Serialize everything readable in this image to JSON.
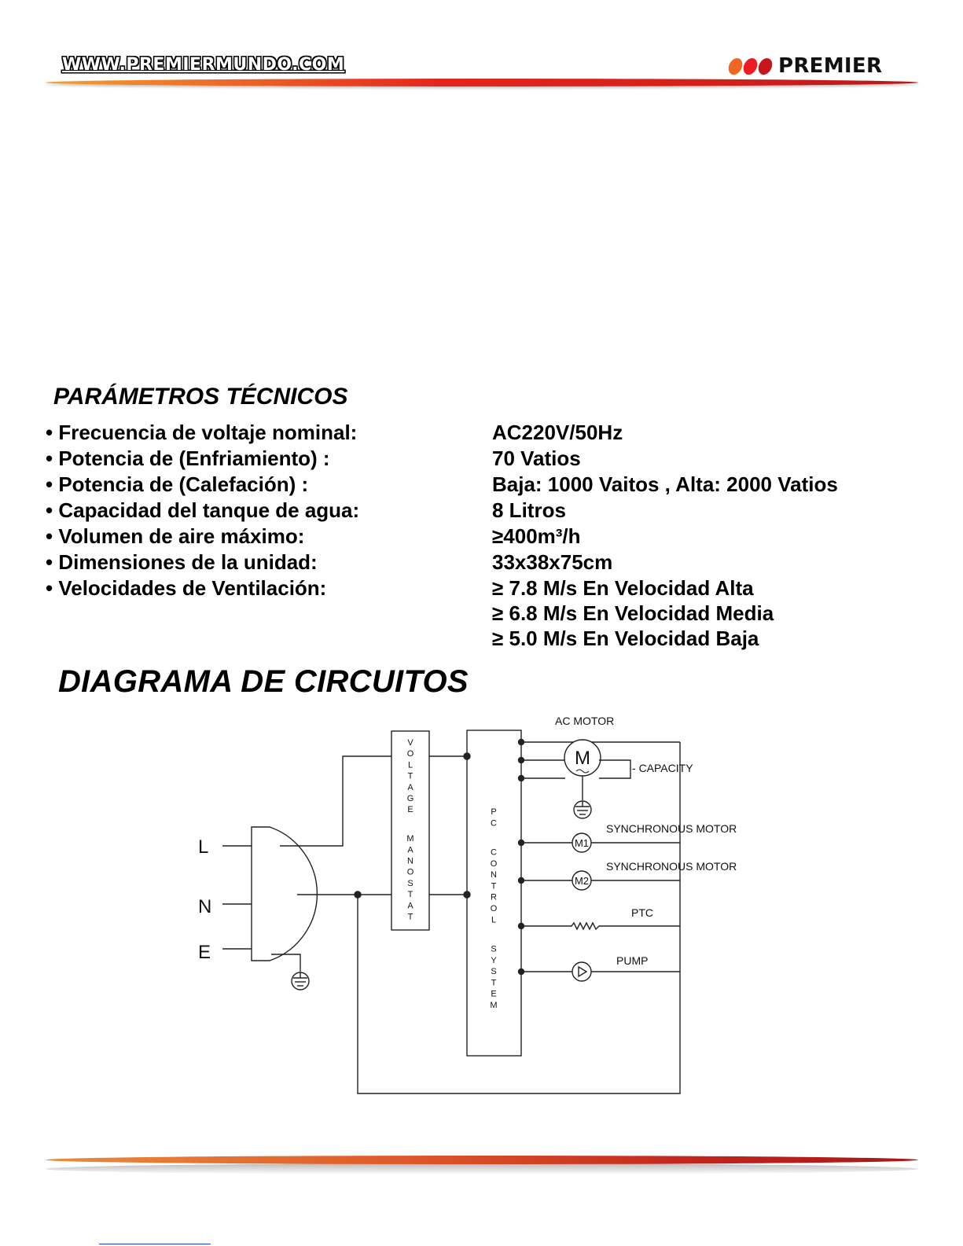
{
  "header": {
    "website": "WWW.PREMIERMUNDO.COM",
    "brand": "PREMIER",
    "logo_dot_colors": [
      "#f26522",
      "#ed1c24",
      "#c4161c"
    ],
    "bar_color": "#e3261d"
  },
  "params": {
    "title": "PARÁMETROS TÉCNICOS",
    "rows": [
      {
        "label": "• Frecuencia de voltaje nominal:",
        "value": "AC220V/50Hz"
      },
      {
        "label": "• Potencia de (Enfriamiento) :",
        "value": "70 Vatios"
      },
      {
        "label": "• Potencia de (Calefación) :",
        "value": "Baja: 1000 Vaitos , Alta: 2000 Vatios"
      },
      {
        "label": "• Capacidad del tanque de agua:",
        "value": "8 Litros"
      },
      {
        "label": "• Volumen de aire máximo:",
        "value": "≥400m³/h"
      },
      {
        "label": "• Dimensiones de la unidad:",
        "value": "33x38x75cm"
      }
    ],
    "fan": {
      "label": "• Velocidades de Ventilación:",
      "values": [
        "≥ 7.8 M/s En Velocidad Alta",
        "≥ 6.8 M/s En Velocidad Media",
        "≥ 5.0 M/s En Velocidad Baja"
      ]
    }
  },
  "circuit": {
    "title": "DIAGRAMA DE CIRCUITOS",
    "inputs": [
      "L",
      "N",
      "E"
    ],
    "manostat_label": "VOLTAGE MANOSTAT",
    "control_label": "PC CONTROL SYSTEM",
    "ac_motor": "AC MOTOR",
    "motor_symbol": "M",
    "capacity": "CAPACITY",
    "sync_motor_1": "SYNCHRONOUS MOTOR",
    "sync_motor_2": "SYNCHRONOUS MOTOR",
    "m1": "M1",
    "m2": "M2",
    "ptc": "PTC",
    "pump": "PUMP"
  }
}
